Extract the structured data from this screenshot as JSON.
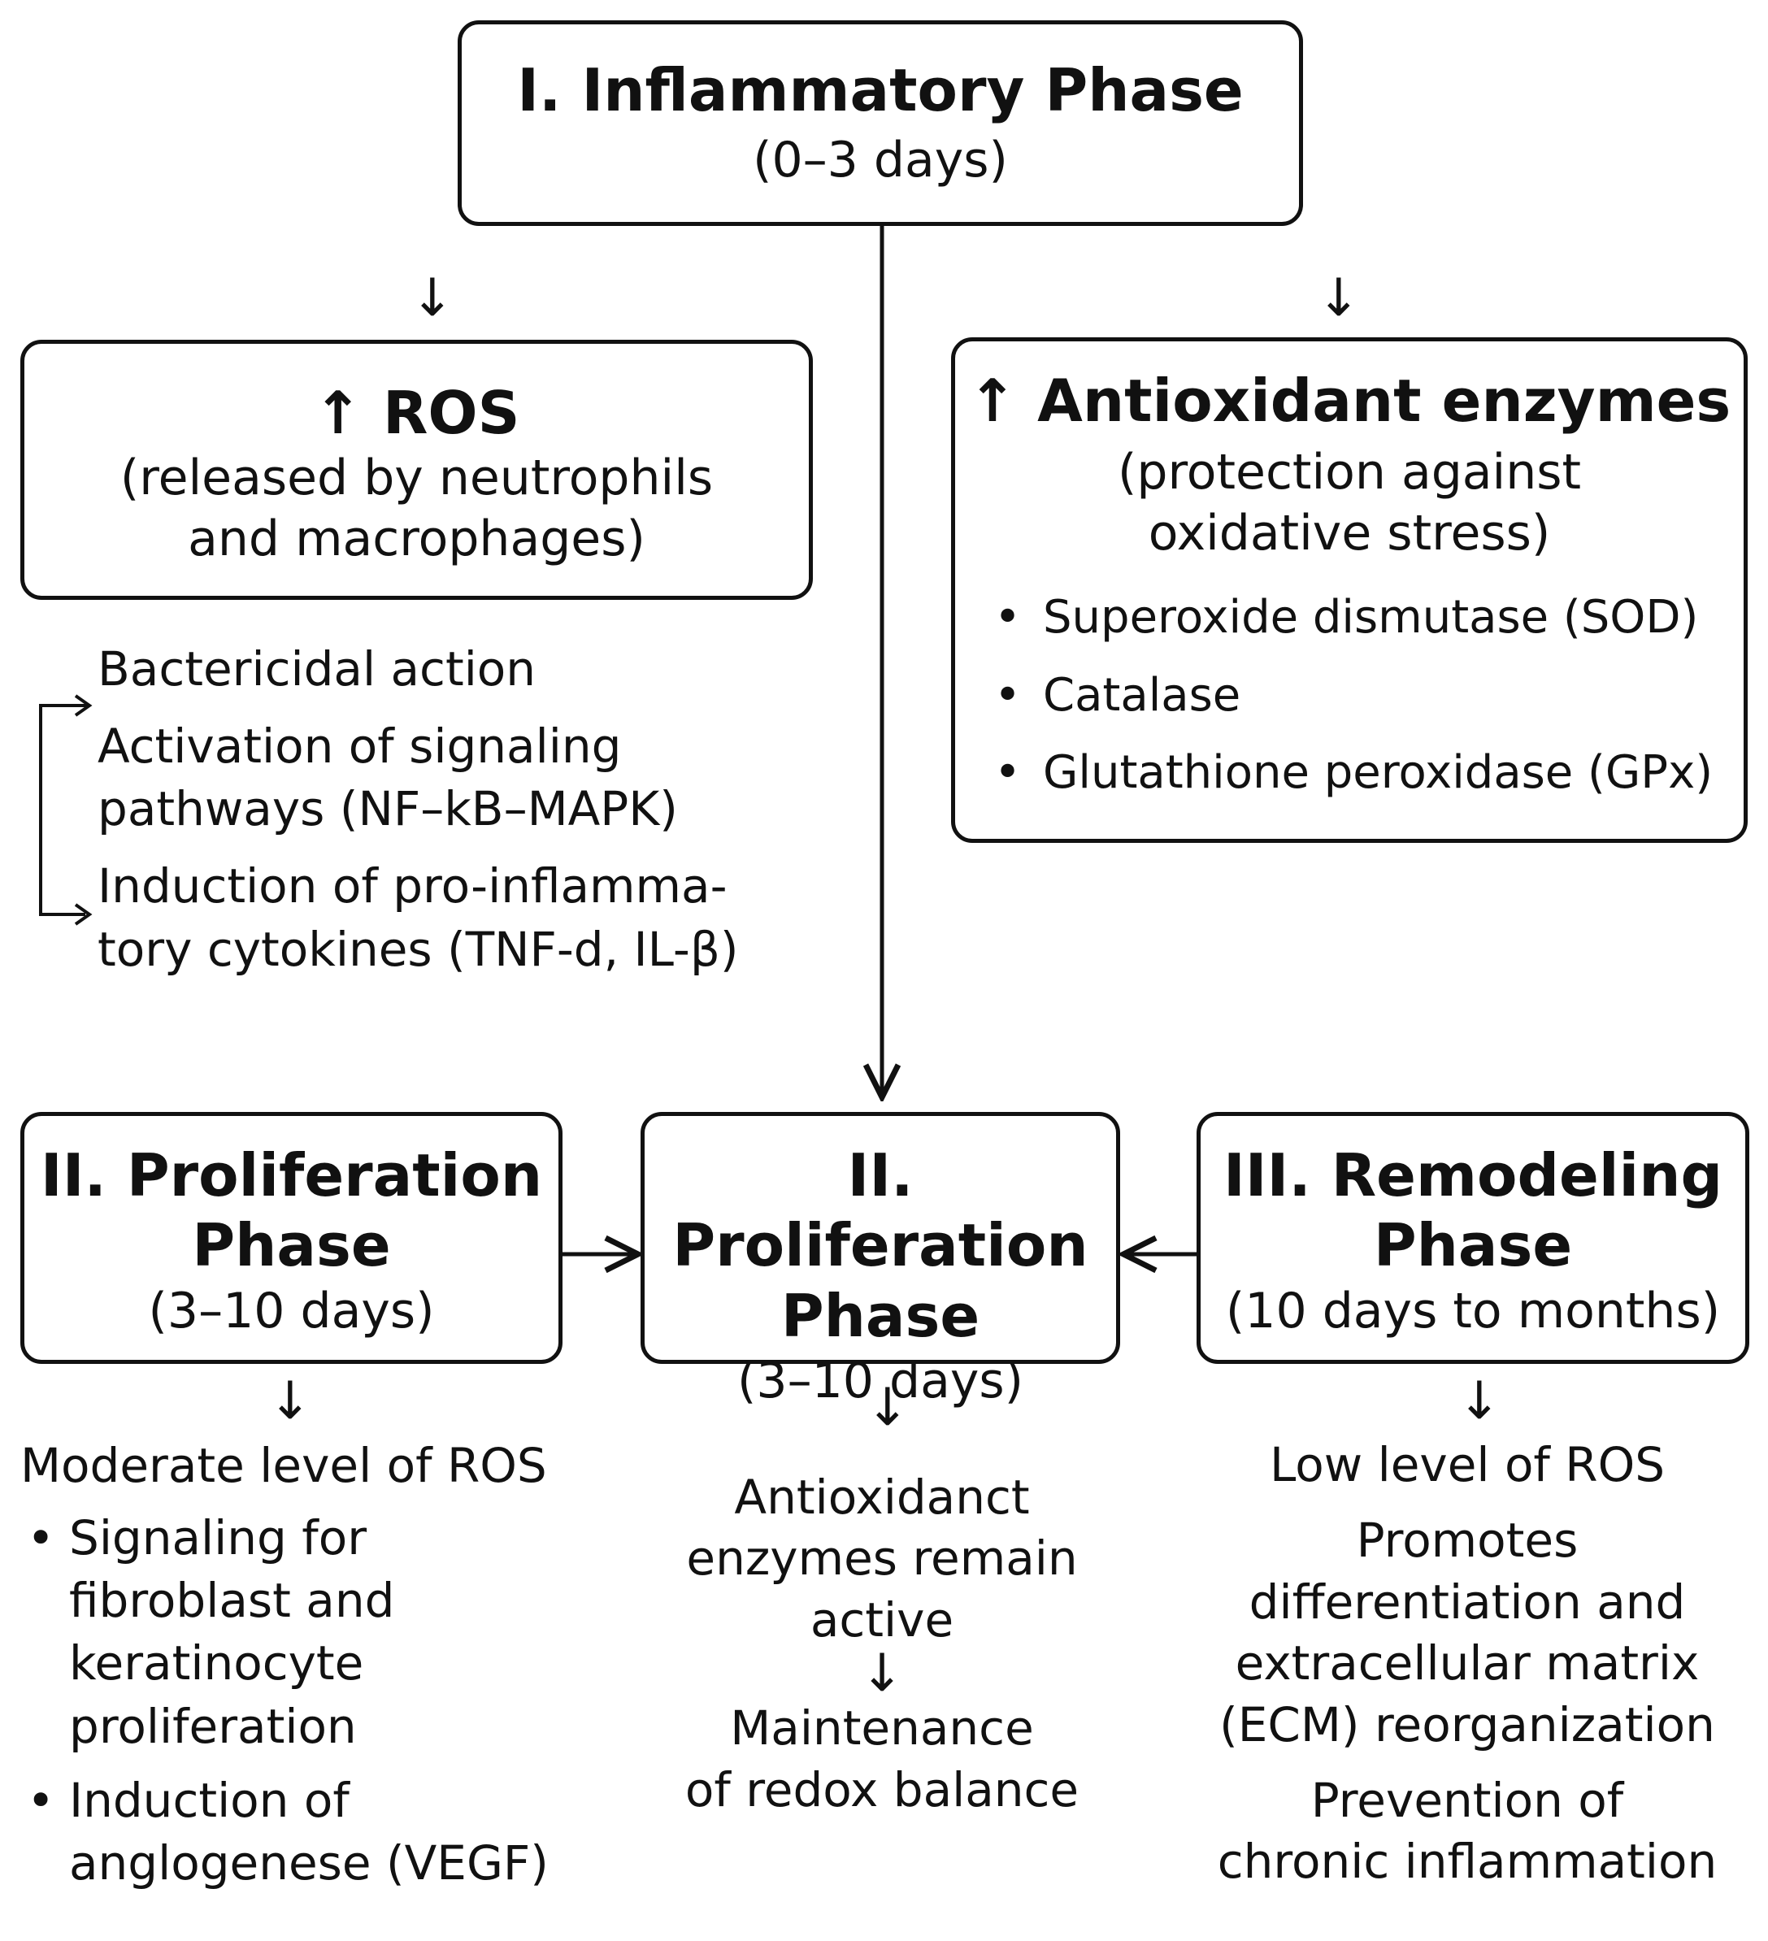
{
  "inflammatory": {
    "title": "I. Inflammatory Phase",
    "duration": "(0–3 days)"
  },
  "ros": {
    "arrow": "↑",
    "title": "ROS",
    "desc_line1": "(released by neutrophils",
    "desc_line2": "and macrophages)"
  },
  "ros_effects": {
    "item1": "Bactericidal action",
    "item2_line1": "Activation of signaling",
    "item2_line2": "pathways (NF–kB–MAPK)",
    "item3_line1": "Induction of pro-inflamma-",
    "item3_line2": "tory cytokines (TNF-d, IL-β)"
  },
  "antioxidant": {
    "arrow": "↑",
    "title": "Antioxidant enzymes",
    "desc_line1": "(protection against",
    "desc_line2": "oxidative stress)",
    "enzymes": [
      "Superoxide dismutase (SOD)",
      "Catalase",
      "Glutathione peroxidase (GPx)"
    ]
  },
  "prolif_left": {
    "title_line1": "II. Proliferation",
    "title_line2": "Phase",
    "duration": "(3–10 days)"
  },
  "prolif_center": {
    "title_line1": "II. Proliferation",
    "title_line2": "Phase",
    "duration": "(3–10 days)"
  },
  "remodeling": {
    "title_line1": "III. Remodeling",
    "title_line2": "Phase",
    "duration": "(10 days to months)"
  },
  "moderate_ros": {
    "heading": "Moderate level of ROS",
    "bullet1_line1": "Signaling for",
    "bullet1_line2": "fibroblast and",
    "bullet1_line3": "keratinocyte",
    "bullet1_line4": "proliferation",
    "bullet2_line1": "Induction of",
    "bullet2_line2": "anglogenese (VEGF)"
  },
  "center_outcome": {
    "line1": "Antioxidanct",
    "line2": "enzymes remain",
    "line3": "active",
    "line4": "Maintenance",
    "line5": "of redox balance"
  },
  "low_ros": {
    "heading": "Low level of ROS",
    "p1_line1": "Promotes",
    "p1_line2": "differentiation and",
    "p1_line3": "extracellular matrix",
    "p1_line4": "(ECM) reorganization",
    "p2_line1": "Prevention of",
    "p2_line2": "chronic inflammation"
  },
  "glyphs": {
    "down_arrow": "↓",
    "bullet": "•"
  }
}
